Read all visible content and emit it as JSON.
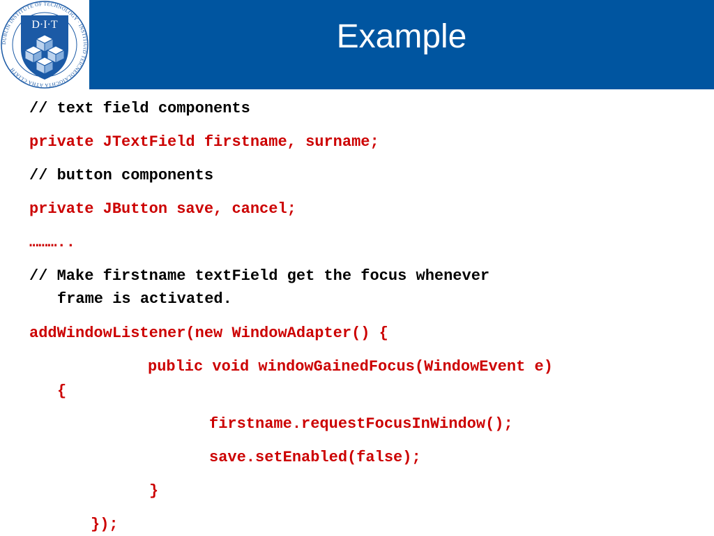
{
  "slide": {
    "title": "Example",
    "logo": {
      "monogram": "D·I·T",
      "ring_text": "DUBLIN INSTITUTE OF TECHNOLOGY · INSTITIÚID TEICNEOLAÍOCHTA ÁTHA CLIATH",
      "icon": "dit-crest-icon"
    },
    "colors": {
      "header": "#0055a0",
      "code_keyword": "#cc0000",
      "comment": "#000000"
    }
  },
  "code": {
    "lines": [
      "// text field components",
      "private JTextField firstname, surname;",
      "// button components",
      "private JButton save, cancel;",
      "………..",
      "// Make firstname textField get the focus whenever",
      "frame is activated.",
      "addWindowListener(new WindowAdapter() {",
      "public void windowGainedFocus(WindowEvent e)",
      "{",
      "firstname.requestFocusInWindow();",
      "save.setEnabled(false);",
      "}",
      "});"
    ]
  }
}
